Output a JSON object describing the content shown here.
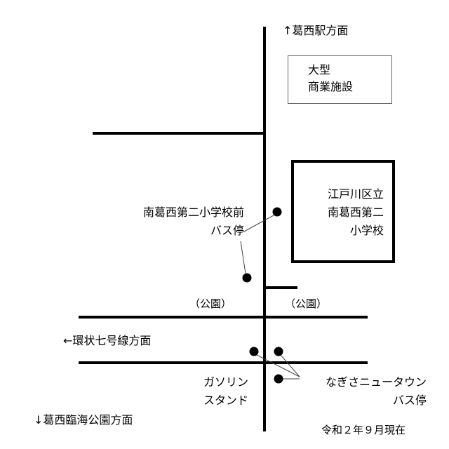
{
  "directions": {
    "north": "↑葛西駅方面",
    "west": "←環状七号線方面",
    "south": "↓葛西臨海公園方面"
  },
  "landmarks": {
    "mall": {
      "line1": "大型",
      "line2": "商業施設"
    },
    "school": {
      "line1": "江戸川区立",
      "line2": "南葛西第二",
      "line3": "小学校"
    },
    "park_left": "（公園）",
    "park_right": "（公園）",
    "gas_station": {
      "line1": "ガソリン",
      "line2": "スタンド"
    }
  },
  "bus_stops": {
    "school_front": {
      "line1": "南葛西第二小学校前",
      "line2": "バス停"
    },
    "nagisa": {
      "line1": "なぎさニュータウン",
      "line2": "バス停"
    }
  },
  "footer": {
    "as_of": "令和２年９月現在"
  },
  "colors": {
    "ink": "#000000",
    "frame": "#666666",
    "background": "#ffffff"
  }
}
